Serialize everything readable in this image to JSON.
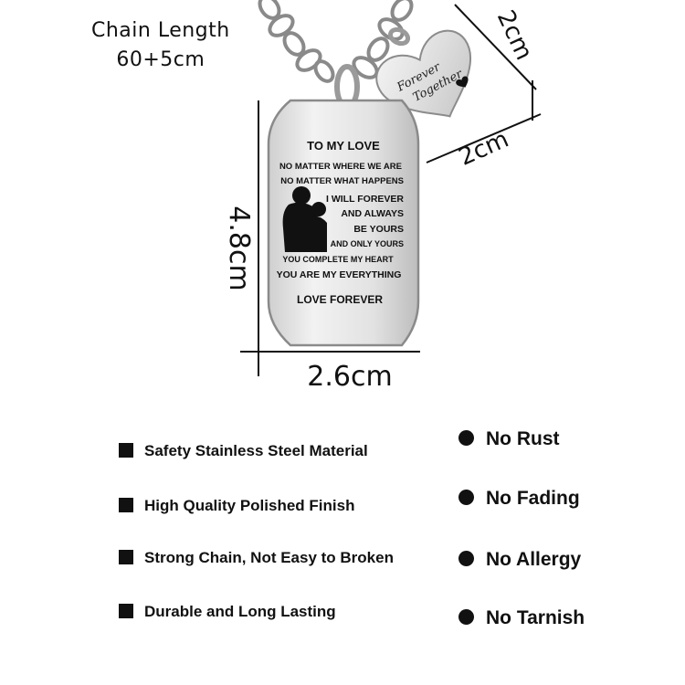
{
  "chain": {
    "title": "Chain Length",
    "value": "60+5cm"
  },
  "heart": {
    "line1": "Forever",
    "line2": "Together",
    "width": "2cm",
    "height": "2cm"
  },
  "tag": {
    "lines": [
      "TO MY LOVE",
      "NO MATTER WHERE WE ARE",
      "NO MATTER WHAT HAPPENS",
      "I WILL FOREVER",
      "AND ALWAYS",
      "BE YOURS",
      "AND ONLY YOURS",
      "YOU COMPLETE MY HEART",
      "YOU ARE MY EVERYTHING",
      "LOVE FOREVER"
    ],
    "height": "4.8cm",
    "width": "2.6cm"
  },
  "features_left": [
    "Safety Stainless Steel Material",
    "High Quality Polished Finish",
    "Strong Chain, Not Easy to Broken",
    "Durable and Long Lasting"
  ],
  "features_right": [
    "No Rust",
    "No Fading",
    "No Allergy",
    "No Tarnish"
  ],
  "colors": {
    "text": "#111111",
    "metal": "#e6e6e6"
  }
}
